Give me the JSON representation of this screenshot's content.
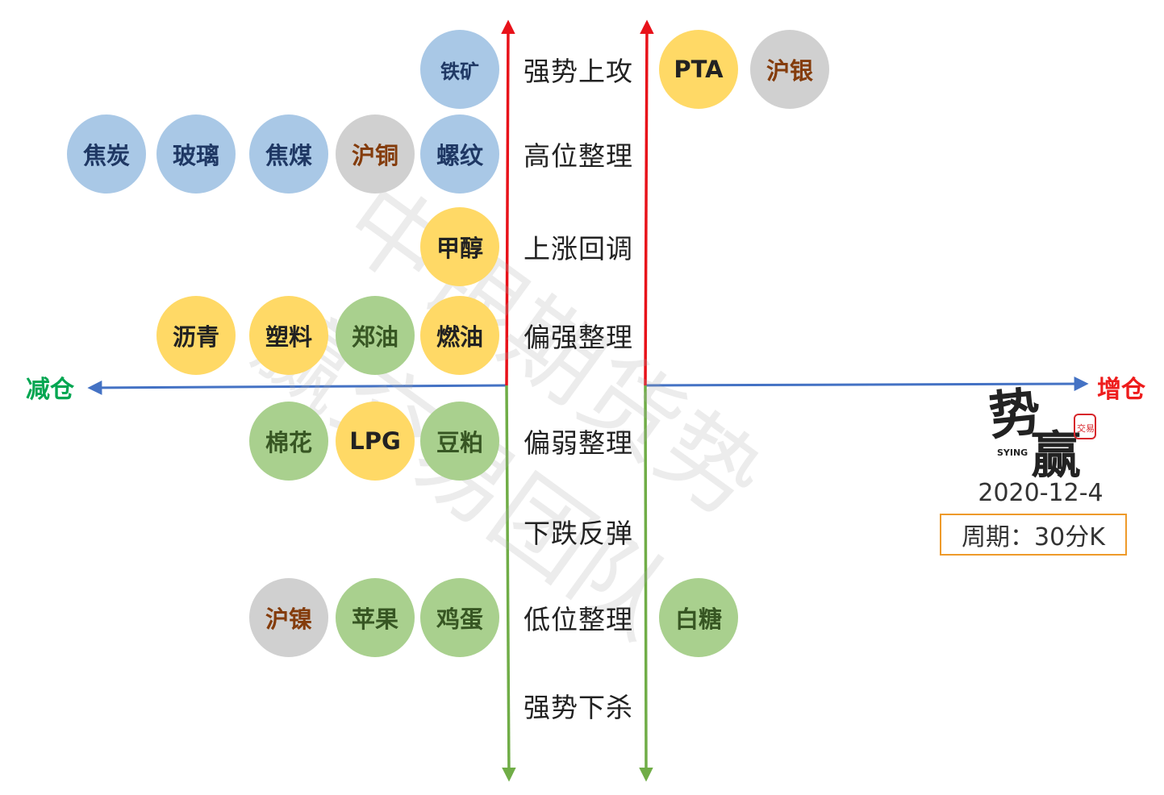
{
  "axis": {
    "left_label": "减仓",
    "right_label": "增仓",
    "left_color": "#00a651",
    "right_color": "#ee1c1c",
    "horizontal_color": "#4472c4",
    "up_color": "#e8121a",
    "down_color": "#70ad47"
  },
  "levels": [
    "强势上攻",
    "高位整理",
    "上涨回调",
    "偏强整理",
    "偏弱整理",
    "下跌反弹",
    "低位整理",
    "强势下杀"
  ],
  "left_groups": [
    [
      "铁矿"
    ],
    [
      "焦炭",
      "玻璃",
      "焦煤",
      "沪铜",
      "螺纹"
    ],
    [
      "甲醇"
    ],
    [
      "沥青",
      "塑料",
      "郑油",
      "燃油"
    ],
    [
      "棉花",
      "LPG",
      "豆粕"
    ],
    [],
    [
      "沪镍",
      "苹果",
      "鸡蛋"
    ],
    []
  ],
  "left_colors": [
    [
      "blue"
    ],
    [
      "blue",
      "blue",
      "blue",
      "gray",
      "blue"
    ],
    [
      "yellow"
    ],
    [
      "yellow",
      "yellow",
      "green",
      "yellow"
    ],
    [
      "green",
      "yellow",
      "green"
    ],
    [],
    [
      "gray",
      "green",
      "green"
    ],
    []
  ],
  "right_groups": [
    [
      "PTA",
      "沪银"
    ],
    [],
    [],
    [],
    [],
    [],
    [
      "白糖"
    ],
    []
  ],
  "right_colors": [
    [
      "yellow",
      "gray"
    ],
    [],
    [],
    [],
    [],
    [],
    [
      "green"
    ],
    []
  ],
  "palette": {
    "blue": {
      "fill": "#a9c8e6",
      "text": "#1f3864"
    },
    "yellow": {
      "fill": "#ffd966",
      "text": "#222222"
    },
    "green": {
      "fill": "#a9d08e",
      "text": "#375623"
    },
    "gray": {
      "fill": "#d0d0d0",
      "text": "#843c0c"
    }
  },
  "watermark": {
    "line1": "中银期货势",
    "line2": "赢交易团队"
  },
  "logo": {
    "main": "势赢",
    "sub": "SYING",
    "seal": "交易"
  },
  "date": "2020-12-4",
  "period": "周期：30分K"
}
